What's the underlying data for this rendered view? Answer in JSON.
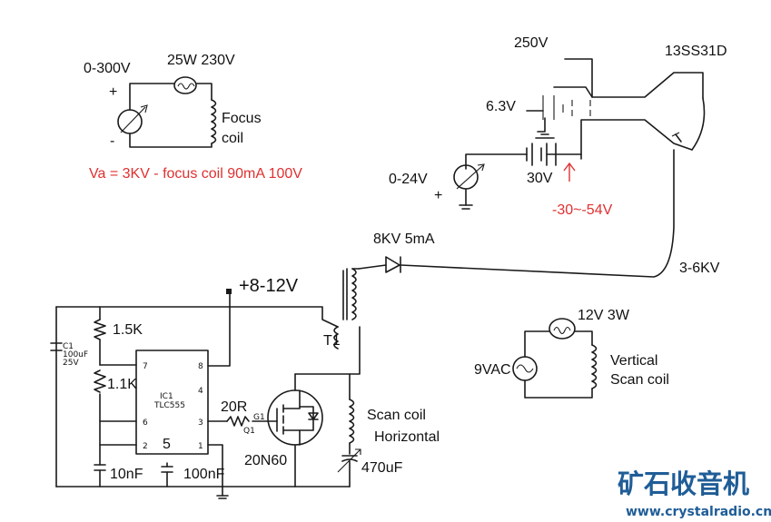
{
  "labels": {
    "v0_300": "0-300V",
    "w25_230": "25W 230V",
    "focus_coil": [
      "Focus",
      "coil"
    ],
    "va_note": "Va = 3KV - focus coil 90mA 100V",
    "v250": "250V",
    "tube": "13SS31D",
    "v6_3": "6.3V",
    "v0_24": "0-24V",
    "v30": "30V",
    "v_neg": "-30~-54V",
    "kv8": "8KV 5mA",
    "kv3_6": "3-6KV",
    "supply": "+8-12V",
    "r1": "1.5K",
    "r2": "1.1K",
    "c1_name": "C1",
    "c1_value": "100uF",
    "c1_voltage": "25V",
    "c2": "10nF",
    "c3": "100nF",
    "ic_name": "IC1",
    "ic_part": "TLC555",
    "ic_center": "5",
    "pins": {
      "p7": "7",
      "p6": "6",
      "p2": "2",
      "p8": "8",
      "p4": "4",
      "p1": "1",
      "p3": "3"
    },
    "r_gate": "20R",
    "gate": "G1",
    "q1": "Q1",
    "mosfet": "20N60",
    "t1": "T1",
    "scan_h": [
      "Scan coil",
      "Horizontal"
    ],
    "c_470": "470uF",
    "v12_3w": "12V 3W",
    "v9vac": "9VAC",
    "vert_scan": [
      "Vertical",
      "Scan coil"
    ],
    "plus": "+",
    "minus": "-"
  },
  "watermark": {
    "cn": "矿石收音机",
    "url": "www.crystalradio.cn"
  },
  "colors": {
    "ink": "#1a1a1a",
    "red": "#e03030",
    "watermark": "#1f5d97"
  }
}
